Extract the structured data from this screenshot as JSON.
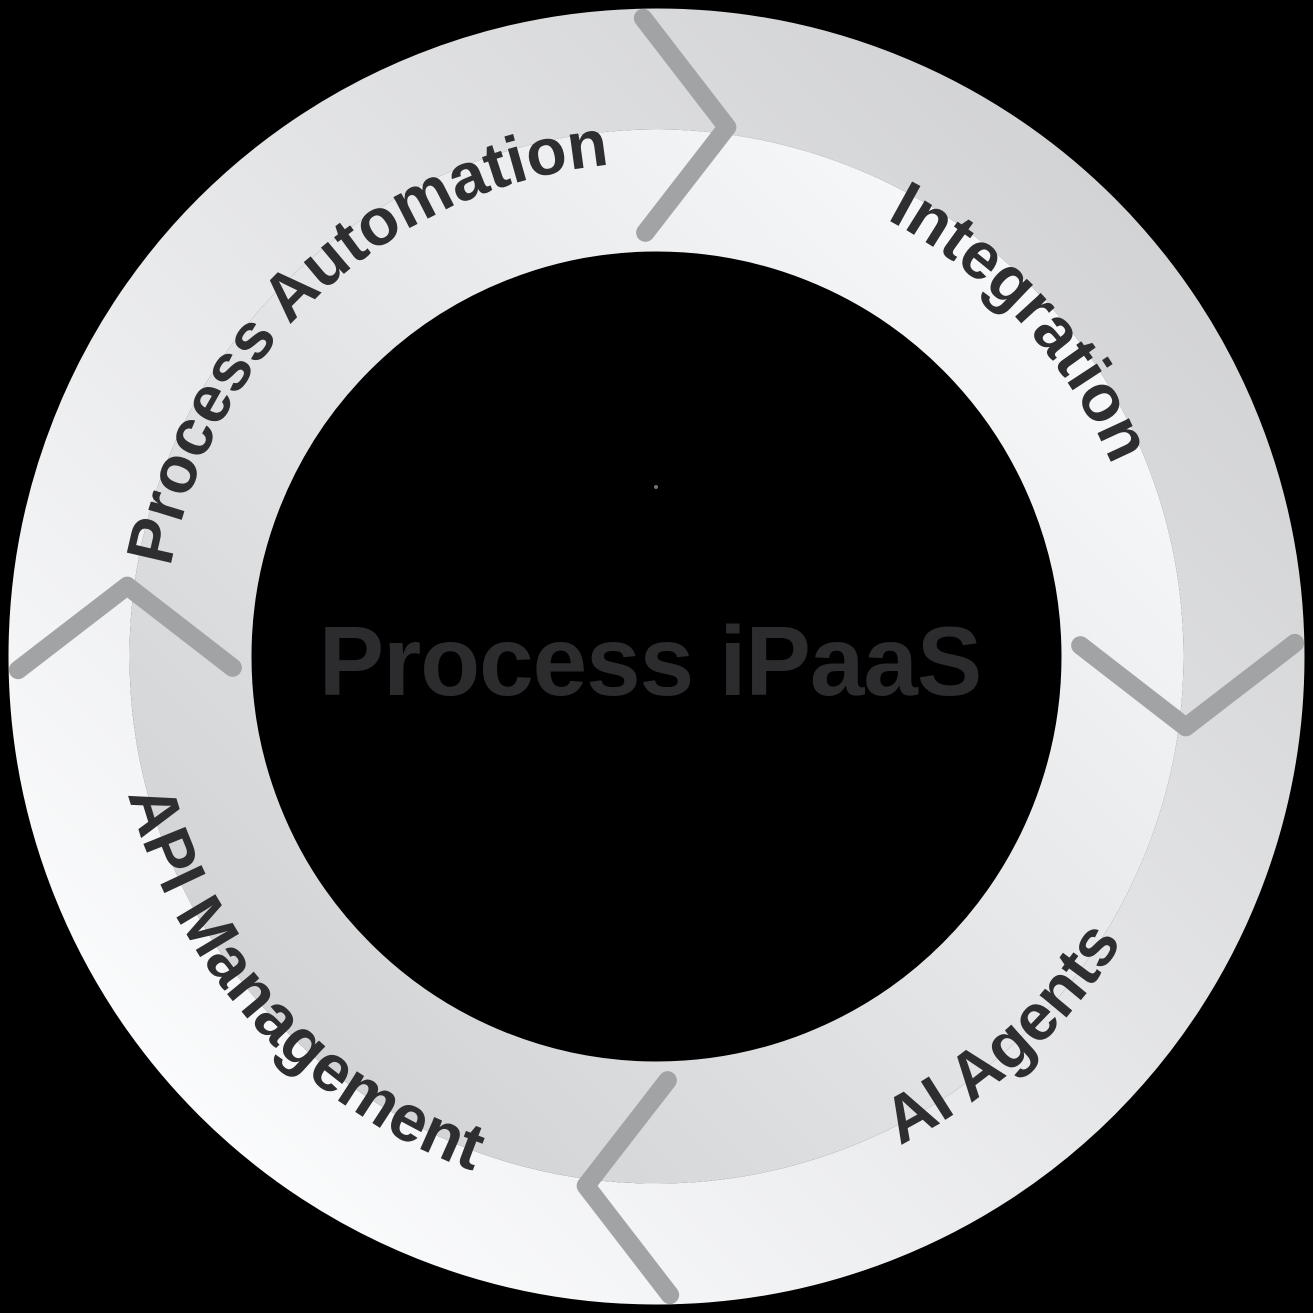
{
  "diagram": {
    "type": "cycle",
    "flow_direction": "clockwise",
    "title": "Process iPaaS",
    "segments": [
      {
        "label": "Process Automation",
        "position": "top-left"
      },
      {
        "label": "Integration",
        "position": "top-right"
      },
      {
        "label": "AI Agents",
        "position": "bottom-right"
      },
      {
        "label": "API Management",
        "position": "bottom-left"
      }
    ],
    "arrows": [
      {
        "name": "top-arrow",
        "direction": "clockwise"
      },
      {
        "name": "right-arrow",
        "direction": "clockwise"
      },
      {
        "name": "bottom-arrow",
        "direction": "clockwise"
      },
      {
        "name": "left-arrow",
        "direction": "clockwise"
      }
    ]
  },
  "colors": {
    "background": "#000000",
    "outer_band_start": "#d2d3d5",
    "outer_band_end": "#fafbfc",
    "inner_band_start": "#fbfcfd",
    "inner_band_end": "#cdcfd1",
    "arrow": "#a2a3a5",
    "segment_label": "#2e2e30",
    "title": "#2c2c2e",
    "stray_dot": "#737373"
  }
}
